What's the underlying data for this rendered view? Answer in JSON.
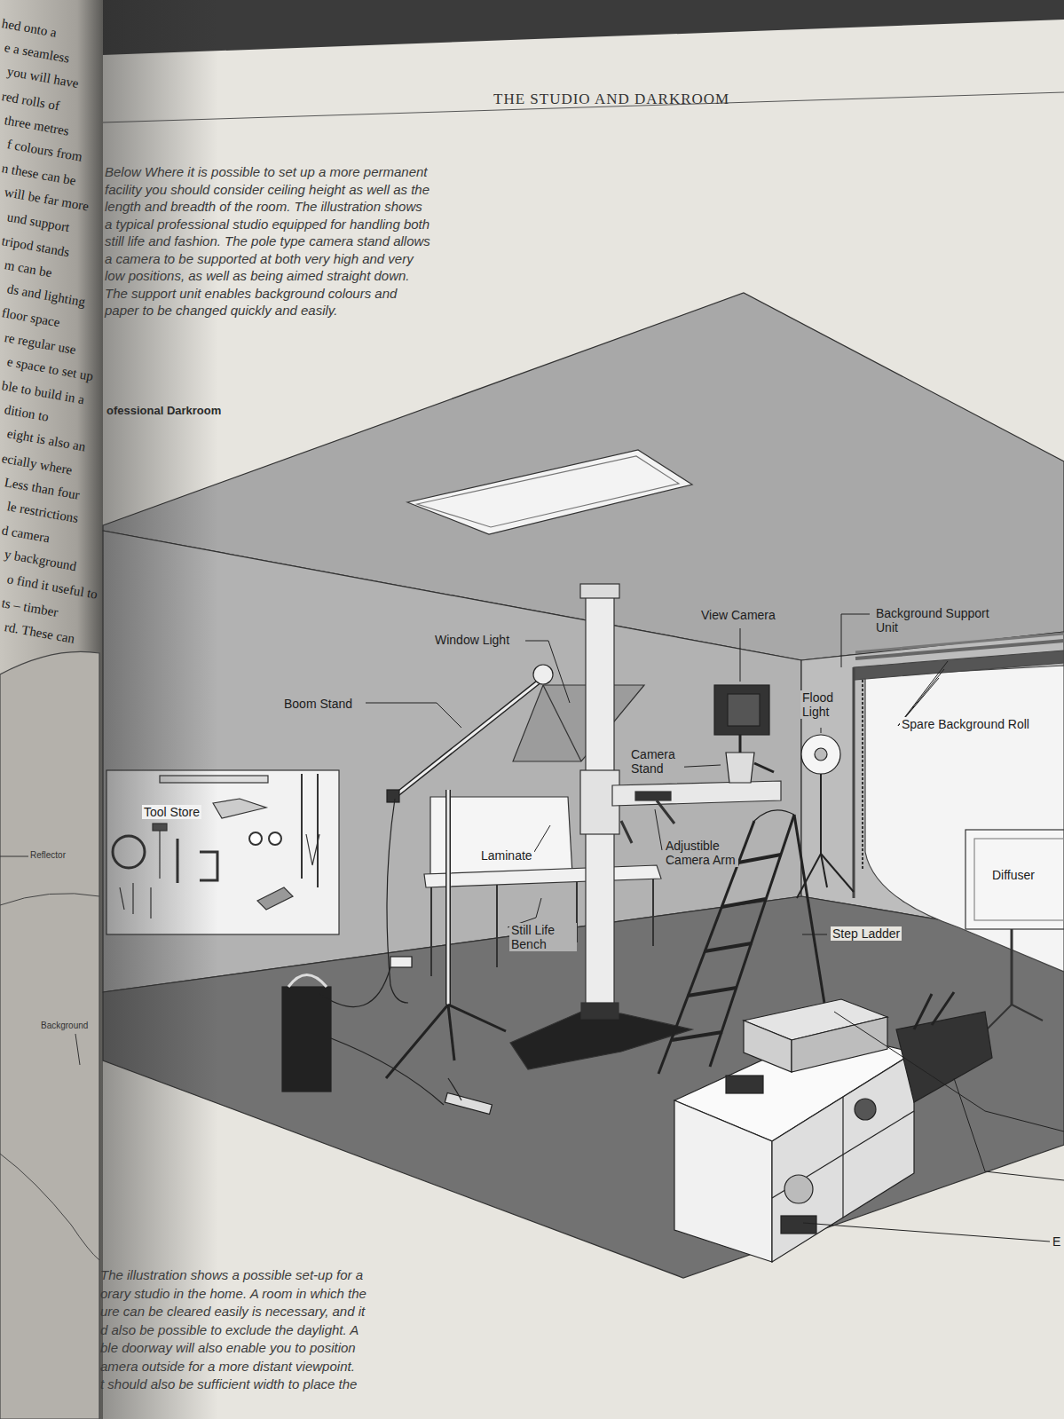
{
  "diagram": {
    "title": "THE STUDIO AND DARKROOM",
    "caption": "Below Where it is possible to set up a more permanent facility you should consider ceiling height as well as the length and breadth of the room. The illustration shows a typical professional studio equipped for handling both still life and fashion. The pole type camera stand allows a camera to be supported at both very high and very low positions, as well as being aimed straight down. The support unit enables background colours and paper to be changed quickly and easily.",
    "labels": [
      "ofessional Darkroom",
      "Window Light",
      "View Camera",
      "Background Support Unit",
      "Boom Stand",
      "Flood Light",
      "Spare Background Roll",
      "Camera Stand",
      "Tool Store",
      "Laminate",
      "Adjustible Camera Arm",
      "Diffuser",
      "Still Life Bench",
      "Step Ladder",
      "E",
      "The illustration shows a possible set-up for a",
      "orary studio in the home. A room in which the",
      "ure can be cleared easily is necessary, and it",
      "d also be possible to exclude the daylight. A",
      "ble doorway will also enable you to position",
      "amera outside for a more distant viewpoint.",
      "t should also be sufficient width to place the",
      "hed onto a",
      "e a seamless",
      "you will have",
      "red rolls of",
      "three metres",
      "f colours from",
      "n these can be",
      "will be far more",
      "und support",
      "tripod stands",
      "m can be",
      "ds and lighting",
      "floor space",
      "re regular use",
      "e space to set up",
      "ble to build in a",
      "dition to",
      "eight is also an",
      "ecially where",
      "Less than four",
      "le restrictions",
      "d camera",
      "y background",
      "o find it useful to",
      "ts – timber",
      "rd. These can",
      "Reflector",
      "Background"
    ]
  }
}
